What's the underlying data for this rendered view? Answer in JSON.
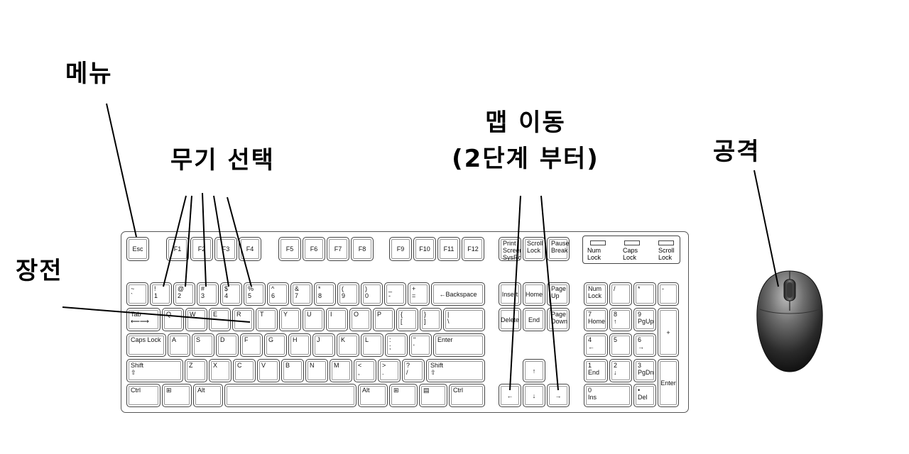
{
  "labels": {
    "menu": "메뉴",
    "weapon_select": "무기 선택",
    "reload": "장전",
    "map_move": "맵 이동",
    "map_move_note": "(2단계 부터)",
    "attack": "공격"
  },
  "keyboard": {
    "esc": "Esc",
    "function_keys": [
      "F1",
      "F2",
      "F3",
      "F4",
      "F5",
      "F6",
      "F7",
      "F8",
      "F9",
      "F10",
      "F11",
      "F12"
    ],
    "number_row": [
      "~\n`",
      "!\n1",
      "@\n2",
      "#\n3",
      "$\n4",
      "%\n5",
      "^\n6",
      "&\n7",
      "*\n8",
      "(\n9",
      ")\n0",
      "_\n-",
      "+\n=",
      "←Backspace"
    ],
    "tab_row": [
      "Tab\n⟵⟶",
      "Q",
      "W",
      "E",
      "R",
      "T",
      "Y",
      "U",
      "I",
      "O",
      "P",
      "{\n[",
      "}\n]",
      "|\n\\"
    ],
    "caps_row": [
      "Caps Lock",
      "A",
      "S",
      "D",
      "F",
      "G",
      "H",
      "J",
      "K",
      "L",
      ":\n;",
      "\"\n'",
      "Enter"
    ],
    "shift_row": [
      "Shift\n⇧",
      "Z",
      "X",
      "C",
      "V",
      "B",
      "N",
      "M",
      "<\n,",
      ">\n.",
      "?\n/",
      "Shift\n⇧"
    ],
    "bottom_row": [
      "Ctrl",
      "⊞",
      "Alt",
      "",
      "Alt",
      "⊞",
      "▤",
      "Ctrl"
    ],
    "print_group": [
      "Print\nScreen\nSysRq",
      "Scroll\nLock",
      "Pause\nBreak"
    ],
    "nav_group": [
      "Insert",
      "Home",
      "Page\nUp",
      "Delete",
      "End",
      "Page\nDown"
    ],
    "arrow_keys": [
      "↑",
      "←",
      "↓",
      "→"
    ],
    "indicators": [
      "Num\nLock",
      "Caps\nLock",
      "Scroll\nLock"
    ],
    "numpad": [
      "Num\nLock",
      "/",
      "*",
      "-",
      "7\nHome",
      "8\n↑",
      "9\nPgUp",
      "+",
      "4\n←",
      "5",
      "6\n→",
      "1\nEnd",
      "2\n↓",
      "3\nPgDn",
      "Enter",
      "0\nIns",
      "•\nDel"
    ]
  },
  "colors": {
    "line": "#000000",
    "key_border": "#444444",
    "mouse_body": "#2a2a2a",
    "mouse_highlight": "#9a9a9a"
  }
}
